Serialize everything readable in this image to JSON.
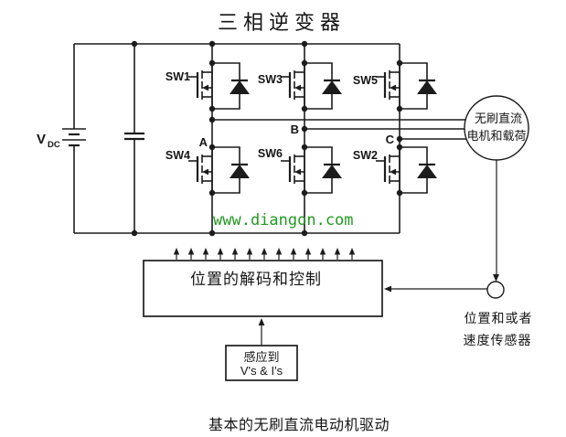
{
  "title": "三相逆变器",
  "caption": "基本的无刷直流电动机驱动",
  "watermark": "www.diangon.com",
  "colors": {
    "line": "#1c1c1c",
    "watermark": "#229922",
    "background": "#ffffff"
  },
  "dc_source": {
    "label_main": "V",
    "label_sub": "DC"
  },
  "inverter": {
    "top_switches": [
      {
        "label": "SW1"
      },
      {
        "label": "SW3"
      },
      {
        "label": "SW5"
      }
    ],
    "bottom_switches": [
      {
        "label": "SW4"
      },
      {
        "label": "SW6"
      },
      {
        "label": "SW2"
      }
    ],
    "phase_labels": [
      {
        "label": "A"
      },
      {
        "label": "B"
      },
      {
        "label": "C"
      }
    ]
  },
  "motor": {
    "line1": "无刷直流",
    "line2": "电机和载荷"
  },
  "sensor": {
    "line1": "位置和或者",
    "line2": "速度传感器"
  },
  "controller": {
    "label": "位置的解码和控制"
  },
  "sense_input": {
    "line1": "感应到",
    "line2": "V's & I's"
  }
}
